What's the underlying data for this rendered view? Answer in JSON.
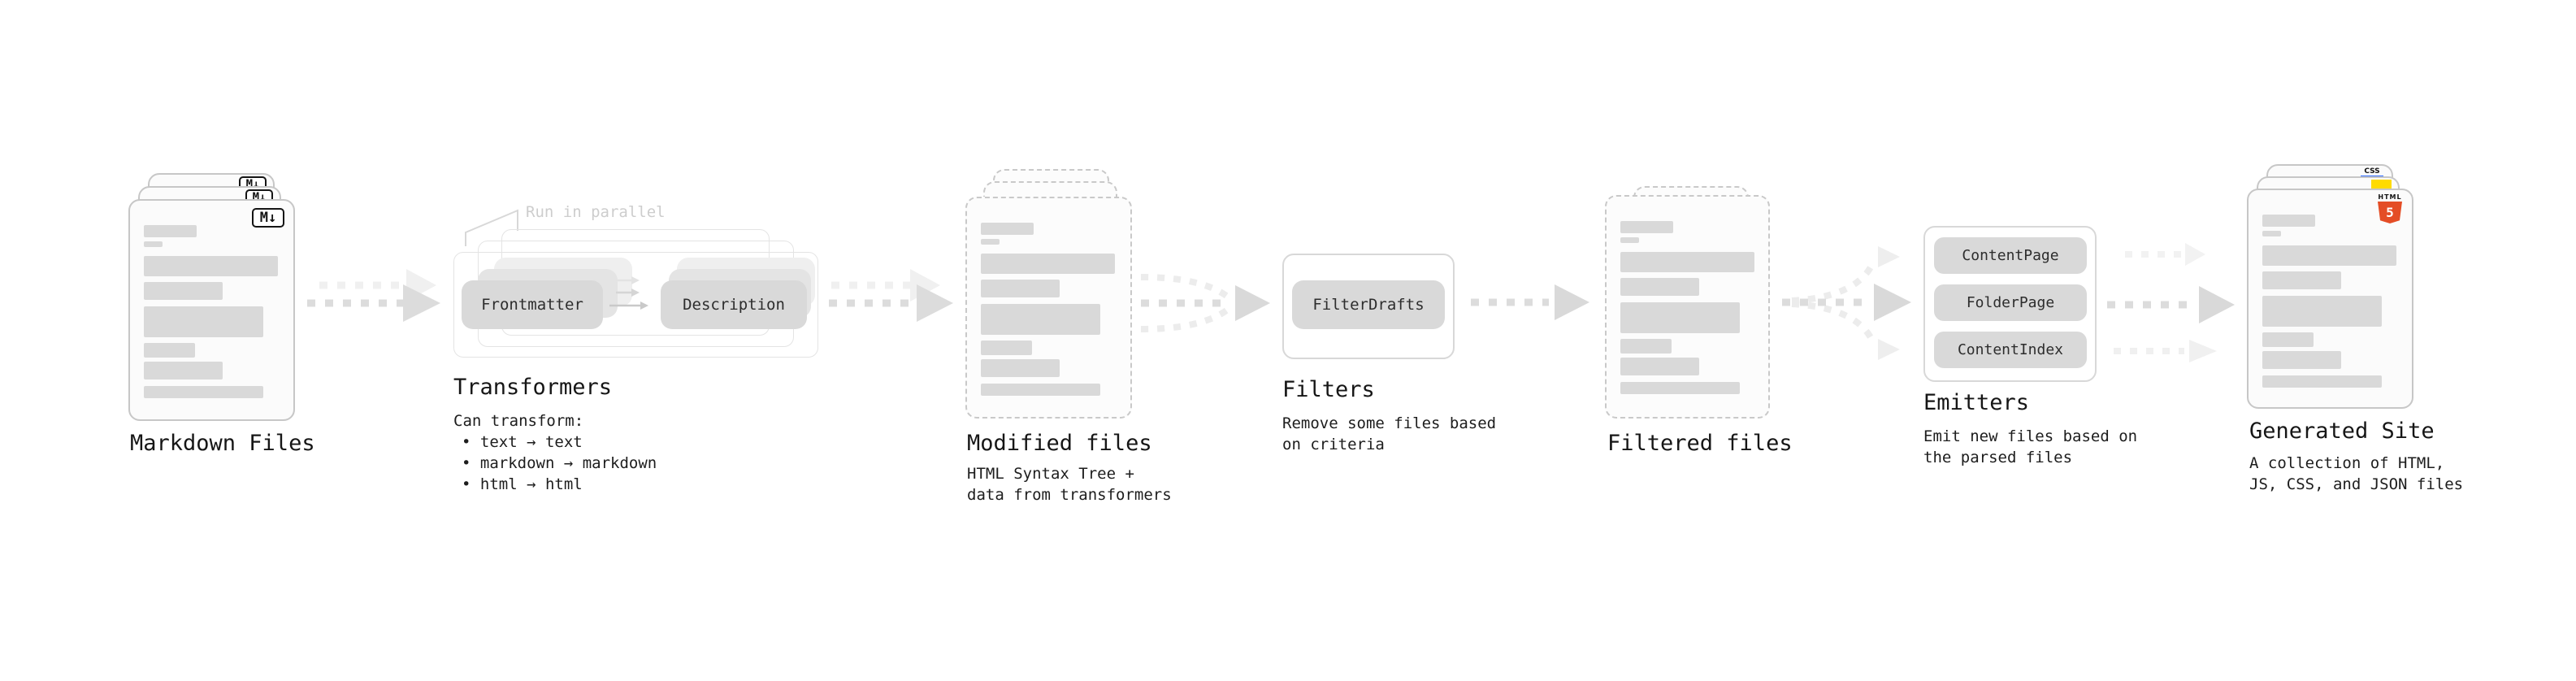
{
  "diagram": {
    "stages": {
      "markdown_files": {
        "label": "Markdown Files",
        "badge": "M↓"
      },
      "transformers": {
        "label": "Transformers",
        "parallel_note": "Run in parallel",
        "pill_left": "Frontmatter",
        "pill_right": "Description",
        "desc_title": "Can transform:",
        "bullets": [
          "• text → text",
          "• markdown → markdown",
          "• html → html"
        ]
      },
      "modified_files": {
        "label": "Modified files",
        "desc_line1": "HTML Syntax Tree +",
        "desc_line2": "data from transformers"
      },
      "filters": {
        "label": "Filters",
        "pill": "FilterDrafts",
        "desc_line1": "Remove some files based",
        "desc_line2": "on criteria"
      },
      "filtered_files": {
        "label": "Filtered files"
      },
      "emitters": {
        "label": "Emitters",
        "pills": [
          "ContentPage",
          "FolderPage",
          "ContentIndex"
        ],
        "desc_line1": "Emit new files based on",
        "desc_line2": "the parsed files"
      },
      "generated_site": {
        "label": "Generated Site",
        "desc_line1": "A collection of HTML,",
        "desc_line2": "JS, CSS, and JSON files",
        "badge_css": "CSS",
        "badge_html_top": "HTML",
        "badge_html_num": "5"
      }
    },
    "colors": {
      "bar_gray": "#d9d9d9",
      "card_border": "#c7c7c7",
      "arrow_main": "#dcdcdc",
      "arrow_ghost": "#f0f0f0",
      "text": "#161616",
      "note_gray": "#cdcdcd",
      "html5_orange": "#e44d26",
      "js_yellow": "#ffdb00",
      "css_blue": "#2f6bff"
    }
  }
}
